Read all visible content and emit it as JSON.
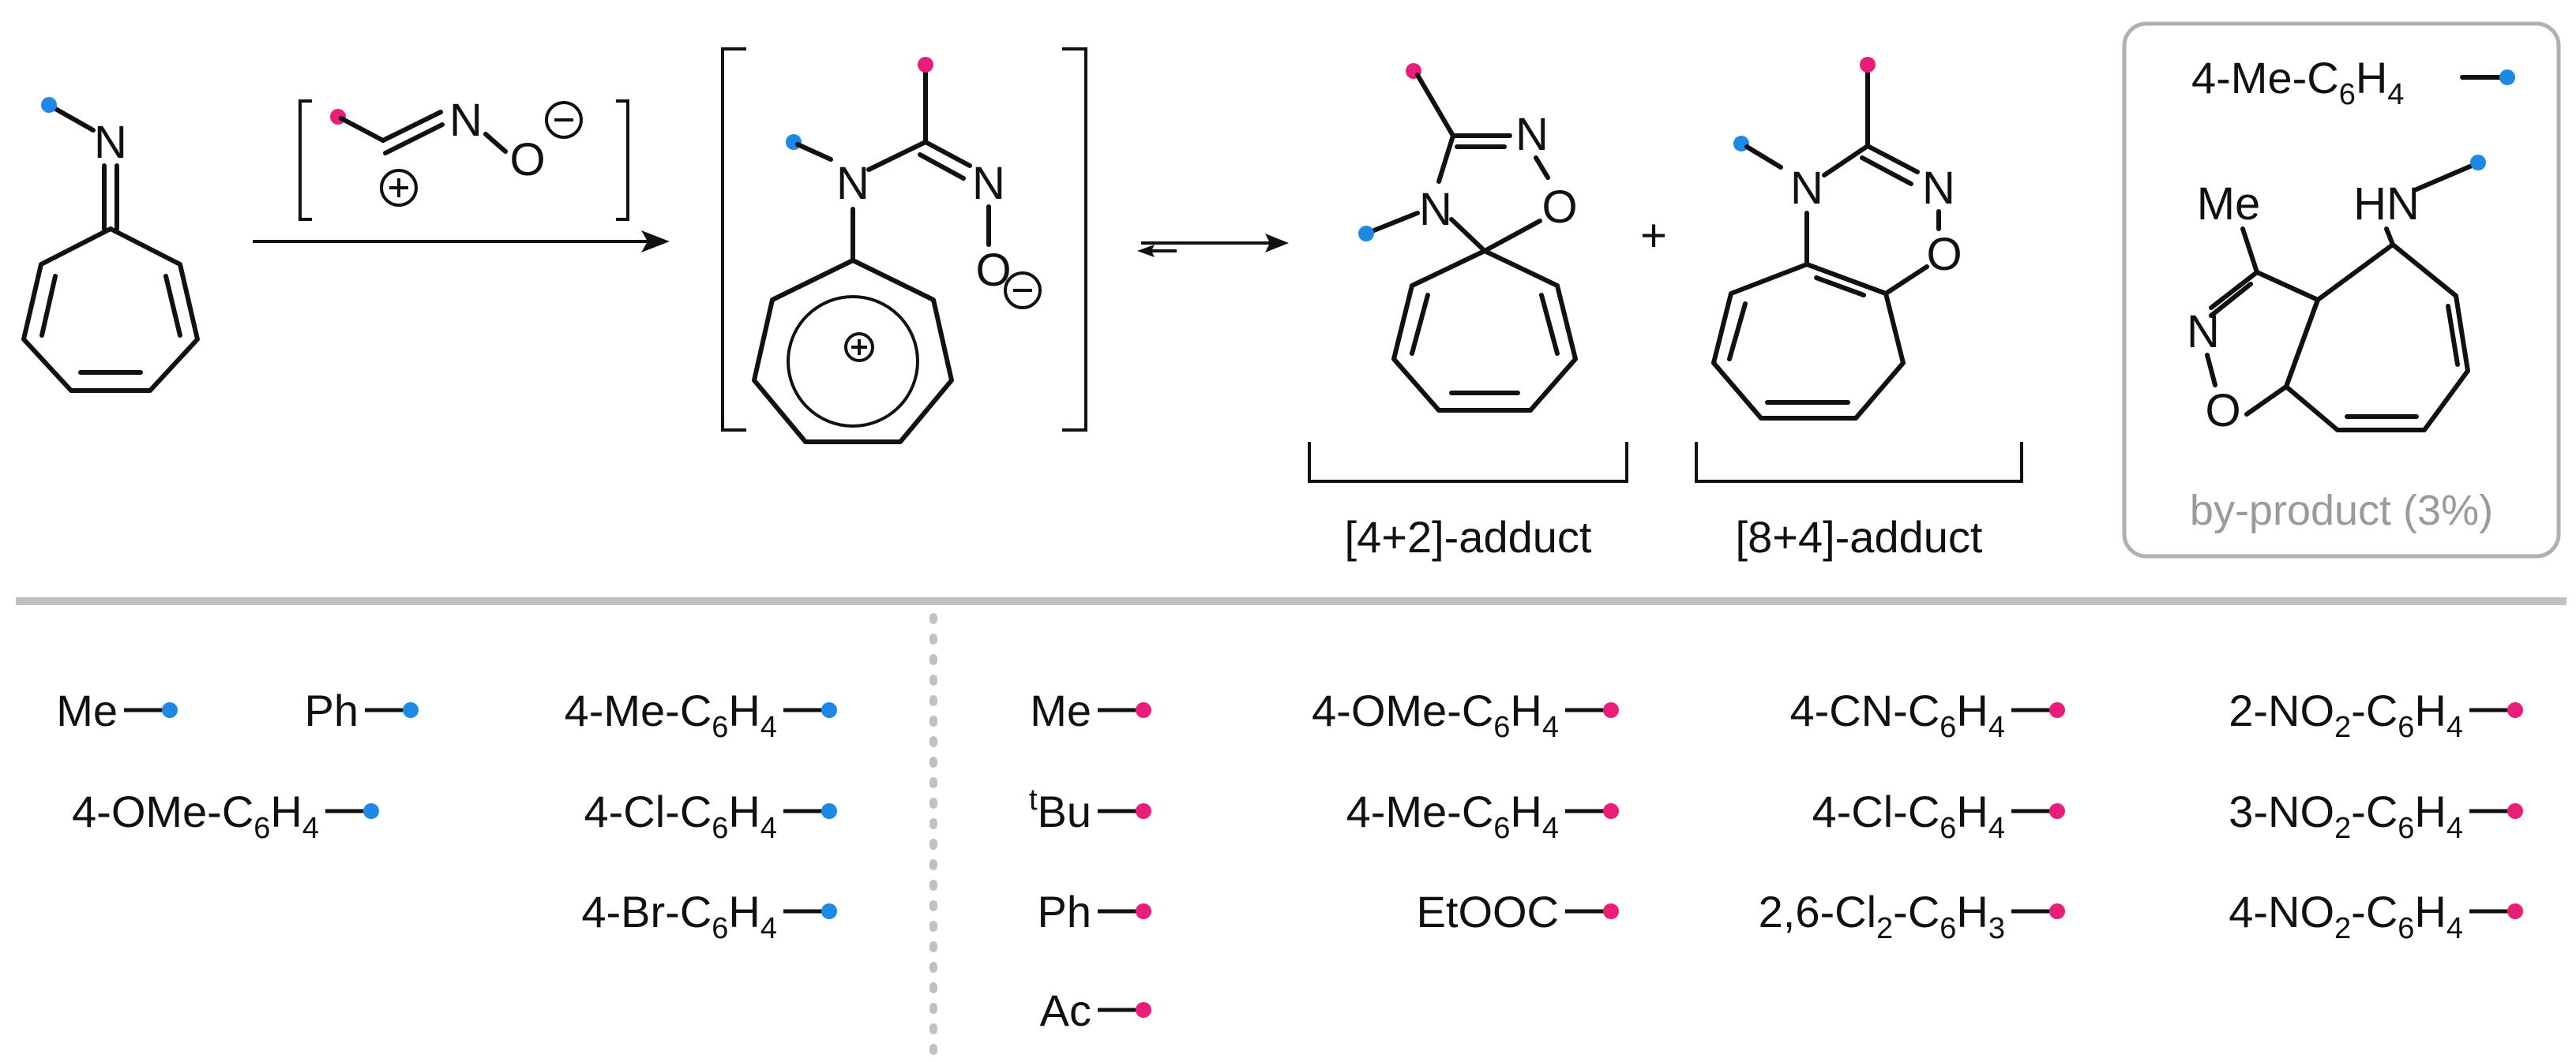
{
  "colors": {
    "blue_dot": "#1e88e5",
    "pink_dot": "#e91e7a",
    "divider": "#c0c0c0",
    "byproduct_text": "#9a9a9a"
  },
  "atoms": {
    "N": "N",
    "O": "O",
    "me": "Me",
    "hn": "HN"
  },
  "charges": {
    "plus": "+",
    "minus": "−"
  },
  "labels": {
    "adduct42": "[4+2]-adduct",
    "adduct84": "[8+4]-adduct",
    "byproduct": "by-product (3%)",
    "byproduct_substituent": "4-Me-C6H4"
  },
  "plus_sign": "+",
  "substituents_blue": [
    {
      "text": "Me",
      "parts": [
        [
          "Me"
        ]
      ]
    },
    {
      "text": "Ph",
      "parts": [
        [
          "Ph"
        ]
      ]
    },
    {
      "text": "4-Me-C6H4",
      "parts": [
        [
          "4-Me-C"
        ],
        [
          "6",
          "sub"
        ],
        [
          "H"
        ],
        [
          "4",
          "sub"
        ]
      ]
    },
    {
      "text": "4-OMe-C6H4",
      "parts": [
        [
          "4-OMe-C"
        ],
        [
          "6",
          "sub"
        ],
        [
          "H"
        ],
        [
          "4",
          "sub"
        ]
      ]
    },
    {
      "text": "4-Cl-C6H4",
      "parts": [
        [
          "4-Cl-C"
        ],
        [
          "6",
          "sub"
        ],
        [
          "H"
        ],
        [
          "4",
          "sub"
        ]
      ]
    },
    {
      "text": "4-Br-C6H4",
      "parts": [
        [
          "4-Br-C"
        ],
        [
          "6",
          "sub"
        ],
        [
          "H"
        ],
        [
          "4",
          "sub"
        ]
      ]
    }
  ],
  "substituents_pink": [
    {
      "text": "Me",
      "parts": [
        [
          "Me"
        ]
      ]
    },
    {
      "text": "tBu",
      "parts": [
        [
          "t",
          "sup"
        ],
        [
          "Bu"
        ]
      ]
    },
    {
      "text": "Ph",
      "parts": [
        [
          "Ph"
        ]
      ]
    },
    {
      "text": "Ac",
      "parts": [
        [
          "Ac"
        ]
      ]
    },
    {
      "text": "4-OMe-C6H4",
      "parts": [
        [
          "4-OMe-C"
        ],
        [
          "6",
          "sub"
        ],
        [
          "H"
        ],
        [
          "4",
          "sub"
        ]
      ]
    },
    {
      "text": "4-Me-C6H4",
      "parts": [
        [
          "4-Me-C"
        ],
        [
          "6",
          "sub"
        ],
        [
          "H"
        ],
        [
          "4",
          "sub"
        ]
      ]
    },
    {
      "text": "EtOOC",
      "parts": [
        [
          "EtOOC"
        ]
      ]
    },
    {
      "text": "4-CN-C6H4",
      "parts": [
        [
          "4-CN-C"
        ],
        [
          "6",
          "sub"
        ],
        [
          "H"
        ],
        [
          "4",
          "sub"
        ]
      ]
    },
    {
      "text": "4-Cl-C6H4",
      "parts": [
        [
          "4-Cl-C"
        ],
        [
          "6",
          "sub"
        ],
        [
          "H"
        ],
        [
          "4",
          "sub"
        ]
      ]
    },
    {
      "text": "2,6-Cl2-C6H3",
      "parts": [
        [
          "2,6-Cl"
        ],
        [
          "2",
          "sub"
        ],
        [
          "-C"
        ],
        [
          "6",
          "sub"
        ],
        [
          "H"
        ],
        [
          "3",
          "sub"
        ]
      ]
    },
    {
      "text": "2-NO2-C6H4",
      "parts": [
        [
          "2-NO"
        ],
        [
          "2",
          "sub"
        ],
        [
          "-C"
        ],
        [
          "6",
          "sub"
        ],
        [
          "H"
        ],
        [
          "4",
          "sub"
        ]
      ]
    },
    {
      "text": "3-NO2-C6H4",
      "parts": [
        [
          "3-NO"
        ],
        [
          "2",
          "sub"
        ],
        [
          "-C"
        ],
        [
          "6",
          "sub"
        ],
        [
          "H"
        ],
        [
          "4",
          "sub"
        ]
      ]
    },
    {
      "text": "4-NO2-C6H4",
      "parts": [
        [
          "4-NO"
        ],
        [
          "2",
          "sub"
        ],
        [
          "-C"
        ],
        [
          "6",
          "sub"
        ],
        [
          "H"
        ],
        [
          "4",
          "sub"
        ]
      ]
    }
  ]
}
